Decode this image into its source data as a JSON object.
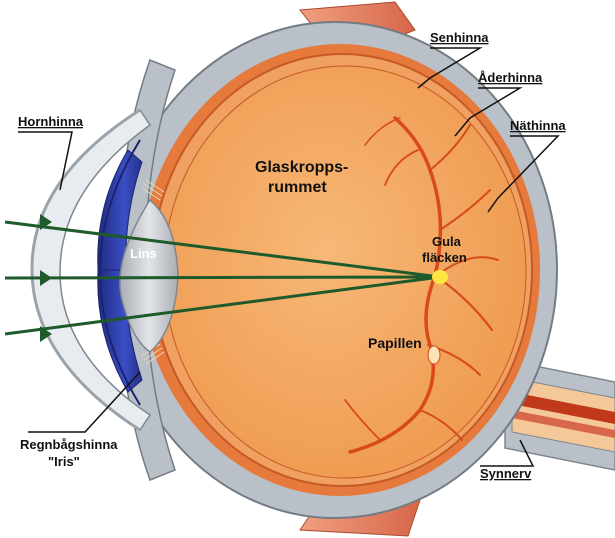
{
  "labels": {
    "senhinna": "Senhinna",
    "aderhinna": "Åderhinna",
    "nathinna": "Näthinna",
    "hornhinna": "Hornhinna",
    "glaskropp_line1": "Glaskropps-",
    "glaskropp_line2": "rummet",
    "lins": "Lins",
    "gula_line1": "Gula",
    "gula_line2": "fläcken",
    "papillen": "Papillen",
    "regnbag_line1": "Regnbågshinna",
    "regnbag_line2": "\"Iris\"",
    "synnerv": "Synnerv"
  },
  "colors": {
    "sclera": "#b9c0c8",
    "choroid": "#e57a3c",
    "retina": "#f0a060",
    "vitreous": "#f4a45c",
    "iris": "#2a3a9c",
    "lens": "#c9ccd0",
    "cornea": "#e8ecf0",
    "vessels": "#d84a1a",
    "rays": "#1f5a2a",
    "macula": "#ffe640",
    "muscle": "#e0785a"
  }
}
